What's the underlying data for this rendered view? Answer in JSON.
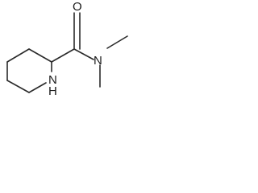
{
  "molecule": {
    "atom_labels": {
      "oxygen": "O",
      "amide_nitrogen": "N",
      "ring_nitrogen": "N",
      "ring_nitrogen_hydrogen": "H"
    },
    "colors": {
      "bond": "#2a2a2a",
      "label": "#1a1a1a",
      "background": "#ffffff"
    }
  }
}
